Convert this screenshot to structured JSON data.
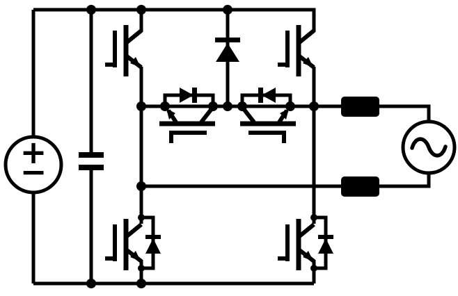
{
  "schematic": {
    "kind": "circuit-schematic",
    "description": "Single-phase full-bridge inverter with AC-side bidirectional freewheeling IGBT branch, midpoint clamping diode, DC source, DC-link capacitor, two output filter inductors and AC source",
    "colors": {
      "line": "#000000",
      "background": "#ffffff",
      "component_fill": "#000000"
    },
    "dc_source": {
      "plus_label": "+",
      "minus_label": "−"
    },
    "ac_source": {
      "icon": "sine-wave-icon"
    },
    "components": [
      {
        "id": "dc-voltage-source",
        "type": "dc-source"
      },
      {
        "id": "dc-link-capacitor",
        "type": "capacitor"
      },
      {
        "id": "igbt-top-left",
        "type": "igbt"
      },
      {
        "id": "igbt-top-right",
        "type": "igbt"
      },
      {
        "id": "igbt-bottom-left",
        "type": "igbt-with-antiparallel-diode"
      },
      {
        "id": "igbt-bottom-right",
        "type": "igbt-with-antiparallel-diode"
      },
      {
        "id": "freewheeling-switch-left",
        "type": "igbt-with-parallel-diode"
      },
      {
        "id": "freewheeling-switch-right",
        "type": "igbt-with-parallel-diode"
      },
      {
        "id": "clamping-diode",
        "type": "diode"
      },
      {
        "id": "filter-inductor-upper",
        "type": "inductor"
      },
      {
        "id": "filter-inductor-lower",
        "type": "inductor"
      },
      {
        "id": "ac-source",
        "type": "ac-source"
      }
    ]
  }
}
